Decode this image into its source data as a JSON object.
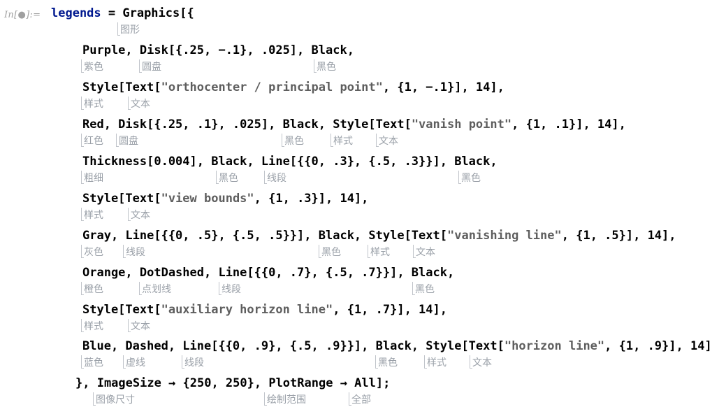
{
  "cell_label": "In[●]:=",
  "variable": "legends",
  "code": {
    "l0": " = Graphics[{",
    "l1": "Purple, Disk[{.25, −.1}, .025], Black,",
    "l2a": "Style[Text[",
    "l2s": "\"orthocenter / principal point\"",
    "l2b": ", {1, −.1}], 14],",
    "l3a": "Red, Disk[{.25, .1}, .025], Black, Style[Text[",
    "l3s": "\"vanish point\"",
    "l3b": ", {1, .1}], 14],",
    "l4": "Thickness[0.004], Black, Line[{{0, .3}, {.5, .3}}], Black,",
    "l5a": "Style[Text[",
    "l5s": "\"view bounds\"",
    "l5b": ", {1, .3}], 14],",
    "l6a": "Gray, Line[{{0, .5}, {.5, .5}}], Black, Style[Text[",
    "l6s": "\"vanishing line\"",
    "l6b": ", {1, .5}], 14],",
    "l7": "Orange, DotDashed, Line[{{0, .7}, {.5, .7}}], Black,",
    "l8a": "Style[Text[",
    "l8s": "\"auxiliary horizon line\"",
    "l8b": ", {1, .7}], 14],",
    "l9a": "Blue, Dashed, Line[{{0, .9}, {.5, .9}}], Black, Style[Text[",
    "l9s": "\"horizon line\"",
    "l9b": ", {1, .9}], 14]",
    "l10": "}, ImageSize → {250, 250}, PlotRange → All];"
  },
  "hints": {
    "graphics": "图形",
    "purple": "紫色",
    "disk": "圆盘",
    "black": "黑色",
    "style": "样式",
    "text": "文本",
    "red": "红色",
    "thickness": "粗细",
    "line": "线段",
    "gray": "灰色",
    "orange": "橙色",
    "dotdashed": "点划线",
    "blue": "蓝色",
    "dashed": "虚线",
    "imagesize": "图像尺寸",
    "plotrange": "绘制范围",
    "all": "全部"
  },
  "colors": {
    "variable": "#00188f",
    "string": "#5e5e5e",
    "hint": "#9aa0a8",
    "label": "#a0a0a0"
  }
}
